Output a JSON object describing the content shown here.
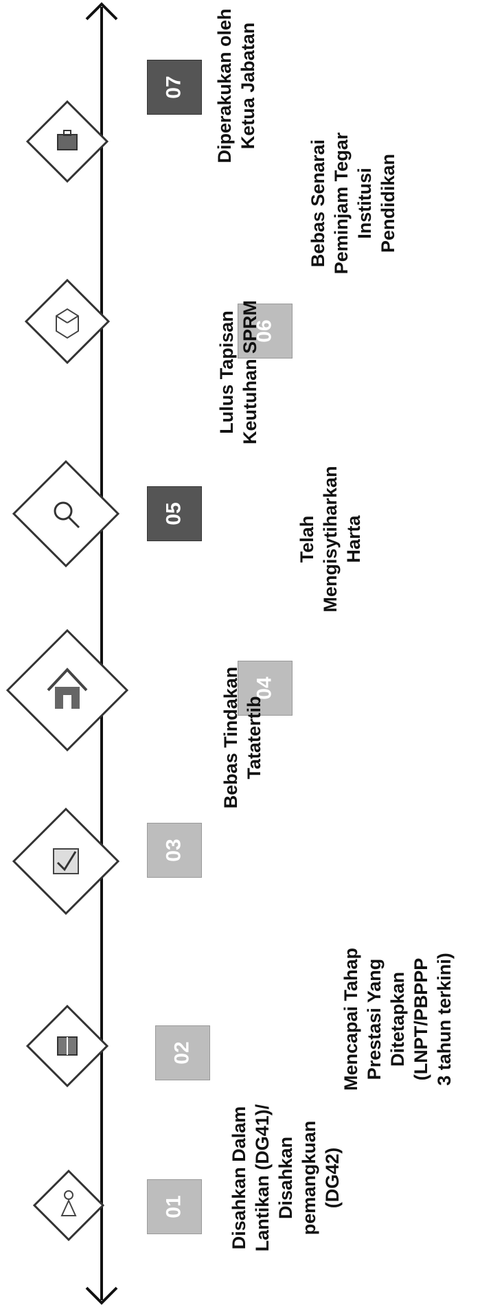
{
  "steps": [
    {
      "number": "01",
      "lines": [
        "Disahkan Dalam",
        "Lantikan (DG41)/",
        "Disahkan",
        "pemangkuan",
        "(DG42)"
      ],
      "icon": "teacher-icon",
      "shade": "light"
    },
    {
      "number": "02",
      "lines": [
        "Mencapai Tahap",
        "Prestasi Yang",
        "Ditetapkan",
        "(LNPT/PBPPP",
        "3 tahun terkini)"
      ],
      "icon": "book-icon",
      "shade": "light"
    },
    {
      "number": "03",
      "lines": [
        "Bebas Tindakan",
        "Tatatertib"
      ],
      "icon": "checklist-icon",
      "shade": "light"
    },
    {
      "number": "04",
      "lines": [
        "Telah",
        "Mengisytiharkan",
        "Harta"
      ],
      "icon": "house-icon",
      "shade": "light"
    },
    {
      "number": "05",
      "lines": [
        "Lulus Tapisan",
        "Keutuhan SPRM"
      ],
      "icon": "magnifier-icon",
      "shade": "dark"
    },
    {
      "number": "06",
      "lines": [
        "Bebas Senarai",
        "Peminjam Tegar",
        "Institusi",
        "Pendidikan"
      ],
      "icon": "open-box-icon",
      "shade": "light"
    },
    {
      "number": "07",
      "lines": [
        "Diperakukan oleh",
        "Ketua Jabatan"
      ],
      "icon": "briefcase-icon",
      "shade": "dark"
    }
  ],
  "colors": {
    "line": "#111111",
    "diamond_stroke": "#333333",
    "badge_light": "#bdbdbd",
    "badge_dark": "#555555"
  }
}
